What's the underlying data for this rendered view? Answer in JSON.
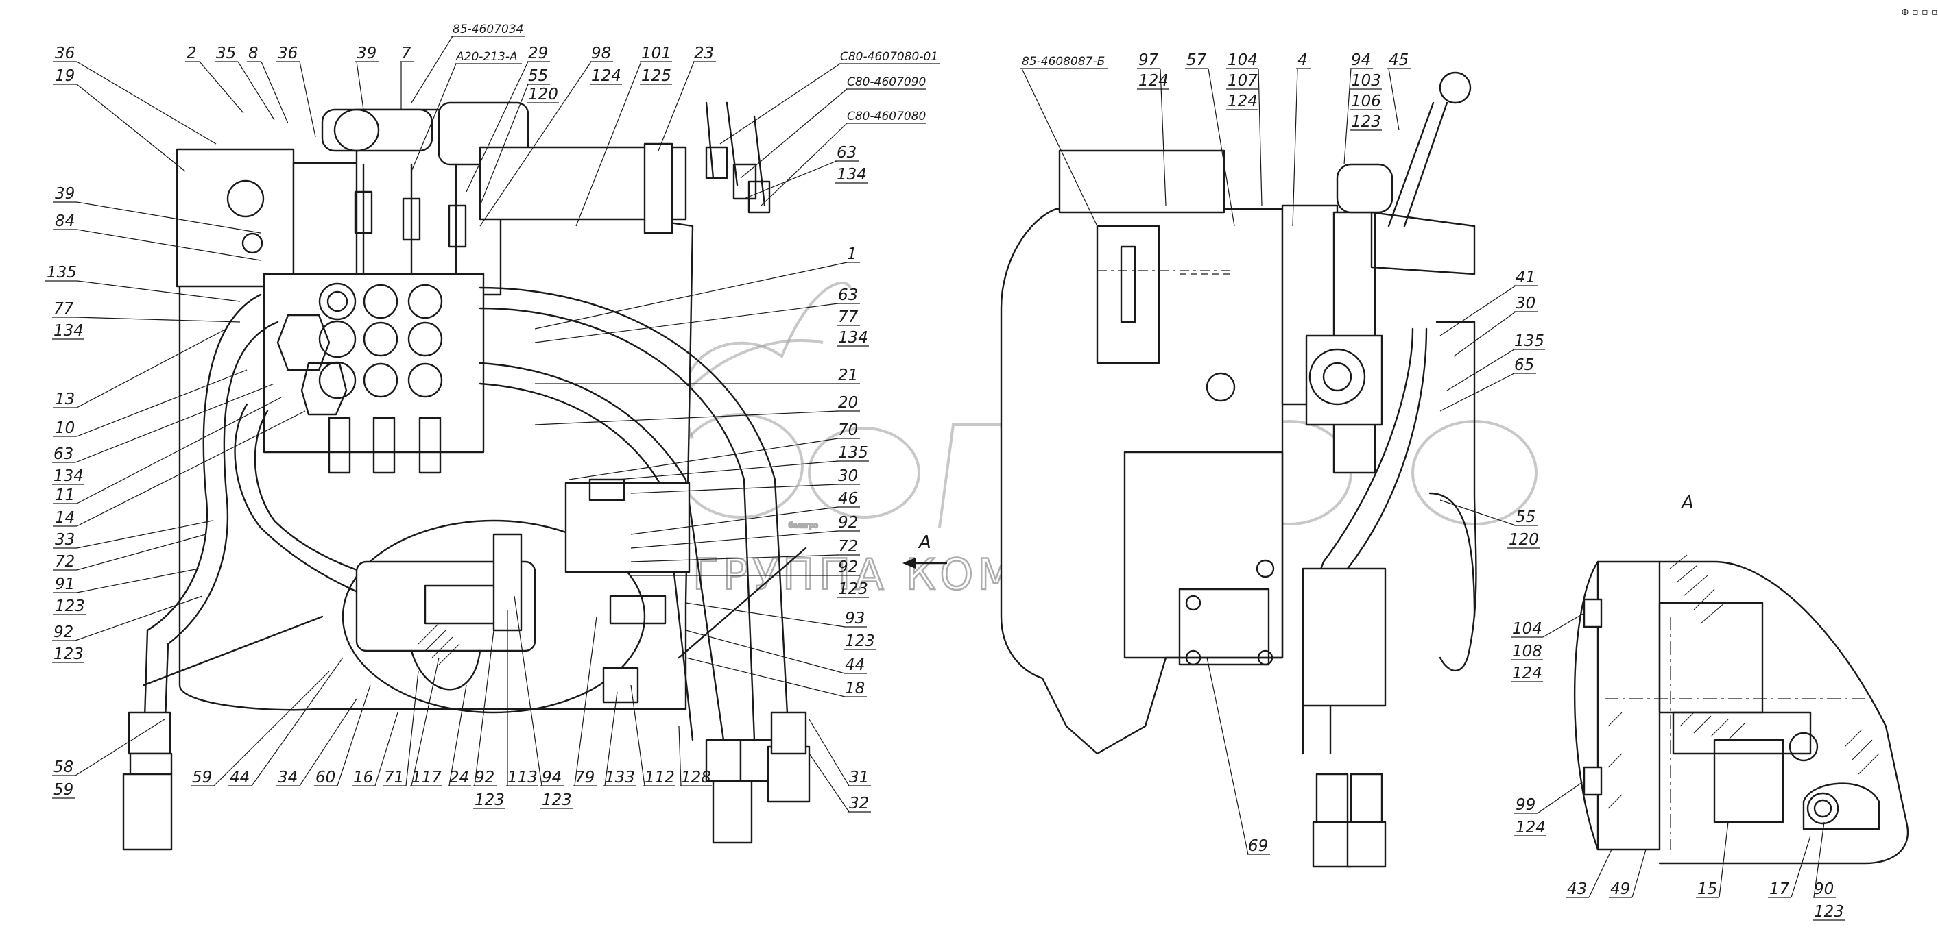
{
  "watermark": {
    "logo": "белагро",
    "subtitle": "ГРУППА КОМПАНИЙ"
  },
  "corner_marks": "⊕ ▫ ▫ ▫",
  "view_labels": {
    "arrow_a": "А",
    "detail_a": "А"
  },
  "callouts": [
    {
      "id": "c01",
      "text": "36"
    },
    {
      "id": "c02",
      "text": "19"
    },
    {
      "id": "c03",
      "text": "2"
    },
    {
      "id": "c04",
      "text": "35"
    },
    {
      "id": "c05",
      "text": "8"
    },
    {
      "id": "c06",
      "text": "36"
    },
    {
      "id": "c07",
      "text": "39"
    },
    {
      "id": "c08",
      "text": "7"
    },
    {
      "id": "c09",
      "text": "85-4607034"
    },
    {
      "id": "c10",
      "text": "А20-213-А"
    },
    {
      "id": "c11",
      "text": "29"
    },
    {
      "id": "c12",
      "text": "55"
    },
    {
      "id": "c13",
      "text": "120"
    },
    {
      "id": "c14",
      "text": "98"
    },
    {
      "id": "c15",
      "text": "124"
    },
    {
      "id": "c16",
      "text": "101"
    },
    {
      "id": "c17",
      "text": "125"
    },
    {
      "id": "c18",
      "text": "23"
    },
    {
      "id": "c19",
      "text": "С80-4607080-01"
    },
    {
      "id": "c20",
      "text": "С80-4607090"
    },
    {
      "id": "c21",
      "text": "С80-4607080"
    },
    {
      "id": "c22",
      "text": "63"
    },
    {
      "id": "c23",
      "text": "134"
    },
    {
      "id": "c24",
      "text": "39"
    },
    {
      "id": "c25",
      "text": "84"
    },
    {
      "id": "c26",
      "text": "135"
    },
    {
      "id": "c27",
      "text": "77"
    },
    {
      "id": "c28",
      "text": "134"
    },
    {
      "id": "c29",
      "text": "13"
    },
    {
      "id": "c30",
      "text": "10"
    },
    {
      "id": "c31",
      "text": "63"
    },
    {
      "id": "c32",
      "text": "134"
    },
    {
      "id": "c33",
      "text": "11"
    },
    {
      "id": "c34",
      "text": "14"
    },
    {
      "id": "c35",
      "text": "33"
    },
    {
      "id": "c36",
      "text": "72"
    },
    {
      "id": "c37",
      "text": "91"
    },
    {
      "id": "c38",
      "text": "123"
    },
    {
      "id": "c39",
      "text": "92"
    },
    {
      "id": "c40",
      "text": "123"
    },
    {
      "id": "c41",
      "text": "1"
    },
    {
      "id": "c42",
      "text": "63"
    },
    {
      "id": "c43",
      "text": "77"
    },
    {
      "id": "c44",
      "text": "134"
    },
    {
      "id": "c45",
      "text": "21"
    },
    {
      "id": "c46",
      "text": "20"
    },
    {
      "id": "c47",
      "text": "70"
    },
    {
      "id": "c48",
      "text": "135"
    },
    {
      "id": "c49",
      "text": "30"
    },
    {
      "id": "c50",
      "text": "46"
    },
    {
      "id": "c51",
      "text": "92"
    },
    {
      "id": "c52",
      "text": "72"
    },
    {
      "id": "c53",
      "text": "92"
    },
    {
      "id": "c54",
      "text": "123"
    },
    {
      "id": "c55",
      "text": "93"
    },
    {
      "id": "c56",
      "text": "123"
    },
    {
      "id": "c57",
      "text": "44"
    },
    {
      "id": "c58",
      "text": "18"
    },
    {
      "id": "c59",
      "text": "58"
    },
    {
      "id": "c60",
      "text": "59"
    },
    {
      "id": "c61",
      "text": "59"
    },
    {
      "id": "c62",
      "text": "44"
    },
    {
      "id": "c63",
      "text": "34"
    },
    {
      "id": "c64",
      "text": "60"
    },
    {
      "id": "c65",
      "text": "16"
    },
    {
      "id": "c66",
      "text": "71"
    },
    {
      "id": "c67",
      "text": "117"
    },
    {
      "id": "c68",
      "text": "24"
    },
    {
      "id": "c69",
      "text": "92"
    },
    {
      "id": "c70",
      "text": "123"
    },
    {
      "id": "c71",
      "text": "113"
    },
    {
      "id": "c72",
      "text": "94"
    },
    {
      "id": "c73",
      "text": "123"
    },
    {
      "id": "c74",
      "text": "79"
    },
    {
      "id": "c75",
      "text": "133"
    },
    {
      "id": "c76",
      "text": "112"
    },
    {
      "id": "c77",
      "text": "128"
    },
    {
      "id": "c78",
      "text": "31"
    },
    {
      "id": "c79",
      "text": "32"
    },
    {
      "id": "c80",
      "text": "85-4608087-Б"
    },
    {
      "id": "c81",
      "text": "97"
    },
    {
      "id": "c82",
      "text": "124"
    },
    {
      "id": "c83",
      "text": "57"
    },
    {
      "id": "c84",
      "text": "104"
    },
    {
      "id": "c85",
      "text": "107"
    },
    {
      "id": "c86",
      "text": "124"
    },
    {
      "id": "c87",
      "text": "4"
    },
    {
      "id": "c88",
      "text": "94"
    },
    {
      "id": "c89",
      "text": "103"
    },
    {
      "id": "c90",
      "text": "106"
    },
    {
      "id": "c91",
      "text": "123"
    },
    {
      "id": "c92",
      "text": "45"
    },
    {
      "id": "c93",
      "text": "41"
    },
    {
      "id": "c94",
      "text": "30"
    },
    {
      "id": "c95",
      "text": "135"
    },
    {
      "id": "c96",
      "text": "65"
    },
    {
      "id": "c97",
      "text": "55"
    },
    {
      "id": "c98",
      "text": "120"
    },
    {
      "id": "c99",
      "text": "69"
    },
    {
      "id": "c100",
      "text": "104"
    },
    {
      "id": "c101",
      "text": "108"
    },
    {
      "id": "c102",
      "text": "124"
    },
    {
      "id": "c103",
      "text": "99"
    },
    {
      "id": "c104",
      "text": "124"
    },
    {
      "id": "c105",
      "text": "43"
    },
    {
      "id": "c106",
      "text": "49"
    },
    {
      "id": "c107",
      "text": "15"
    },
    {
      "id": "c108",
      "text": "17"
    },
    {
      "id": "c109",
      "text": "90"
    },
    {
      "id": "c110",
      "text": "123"
    }
  ]
}
